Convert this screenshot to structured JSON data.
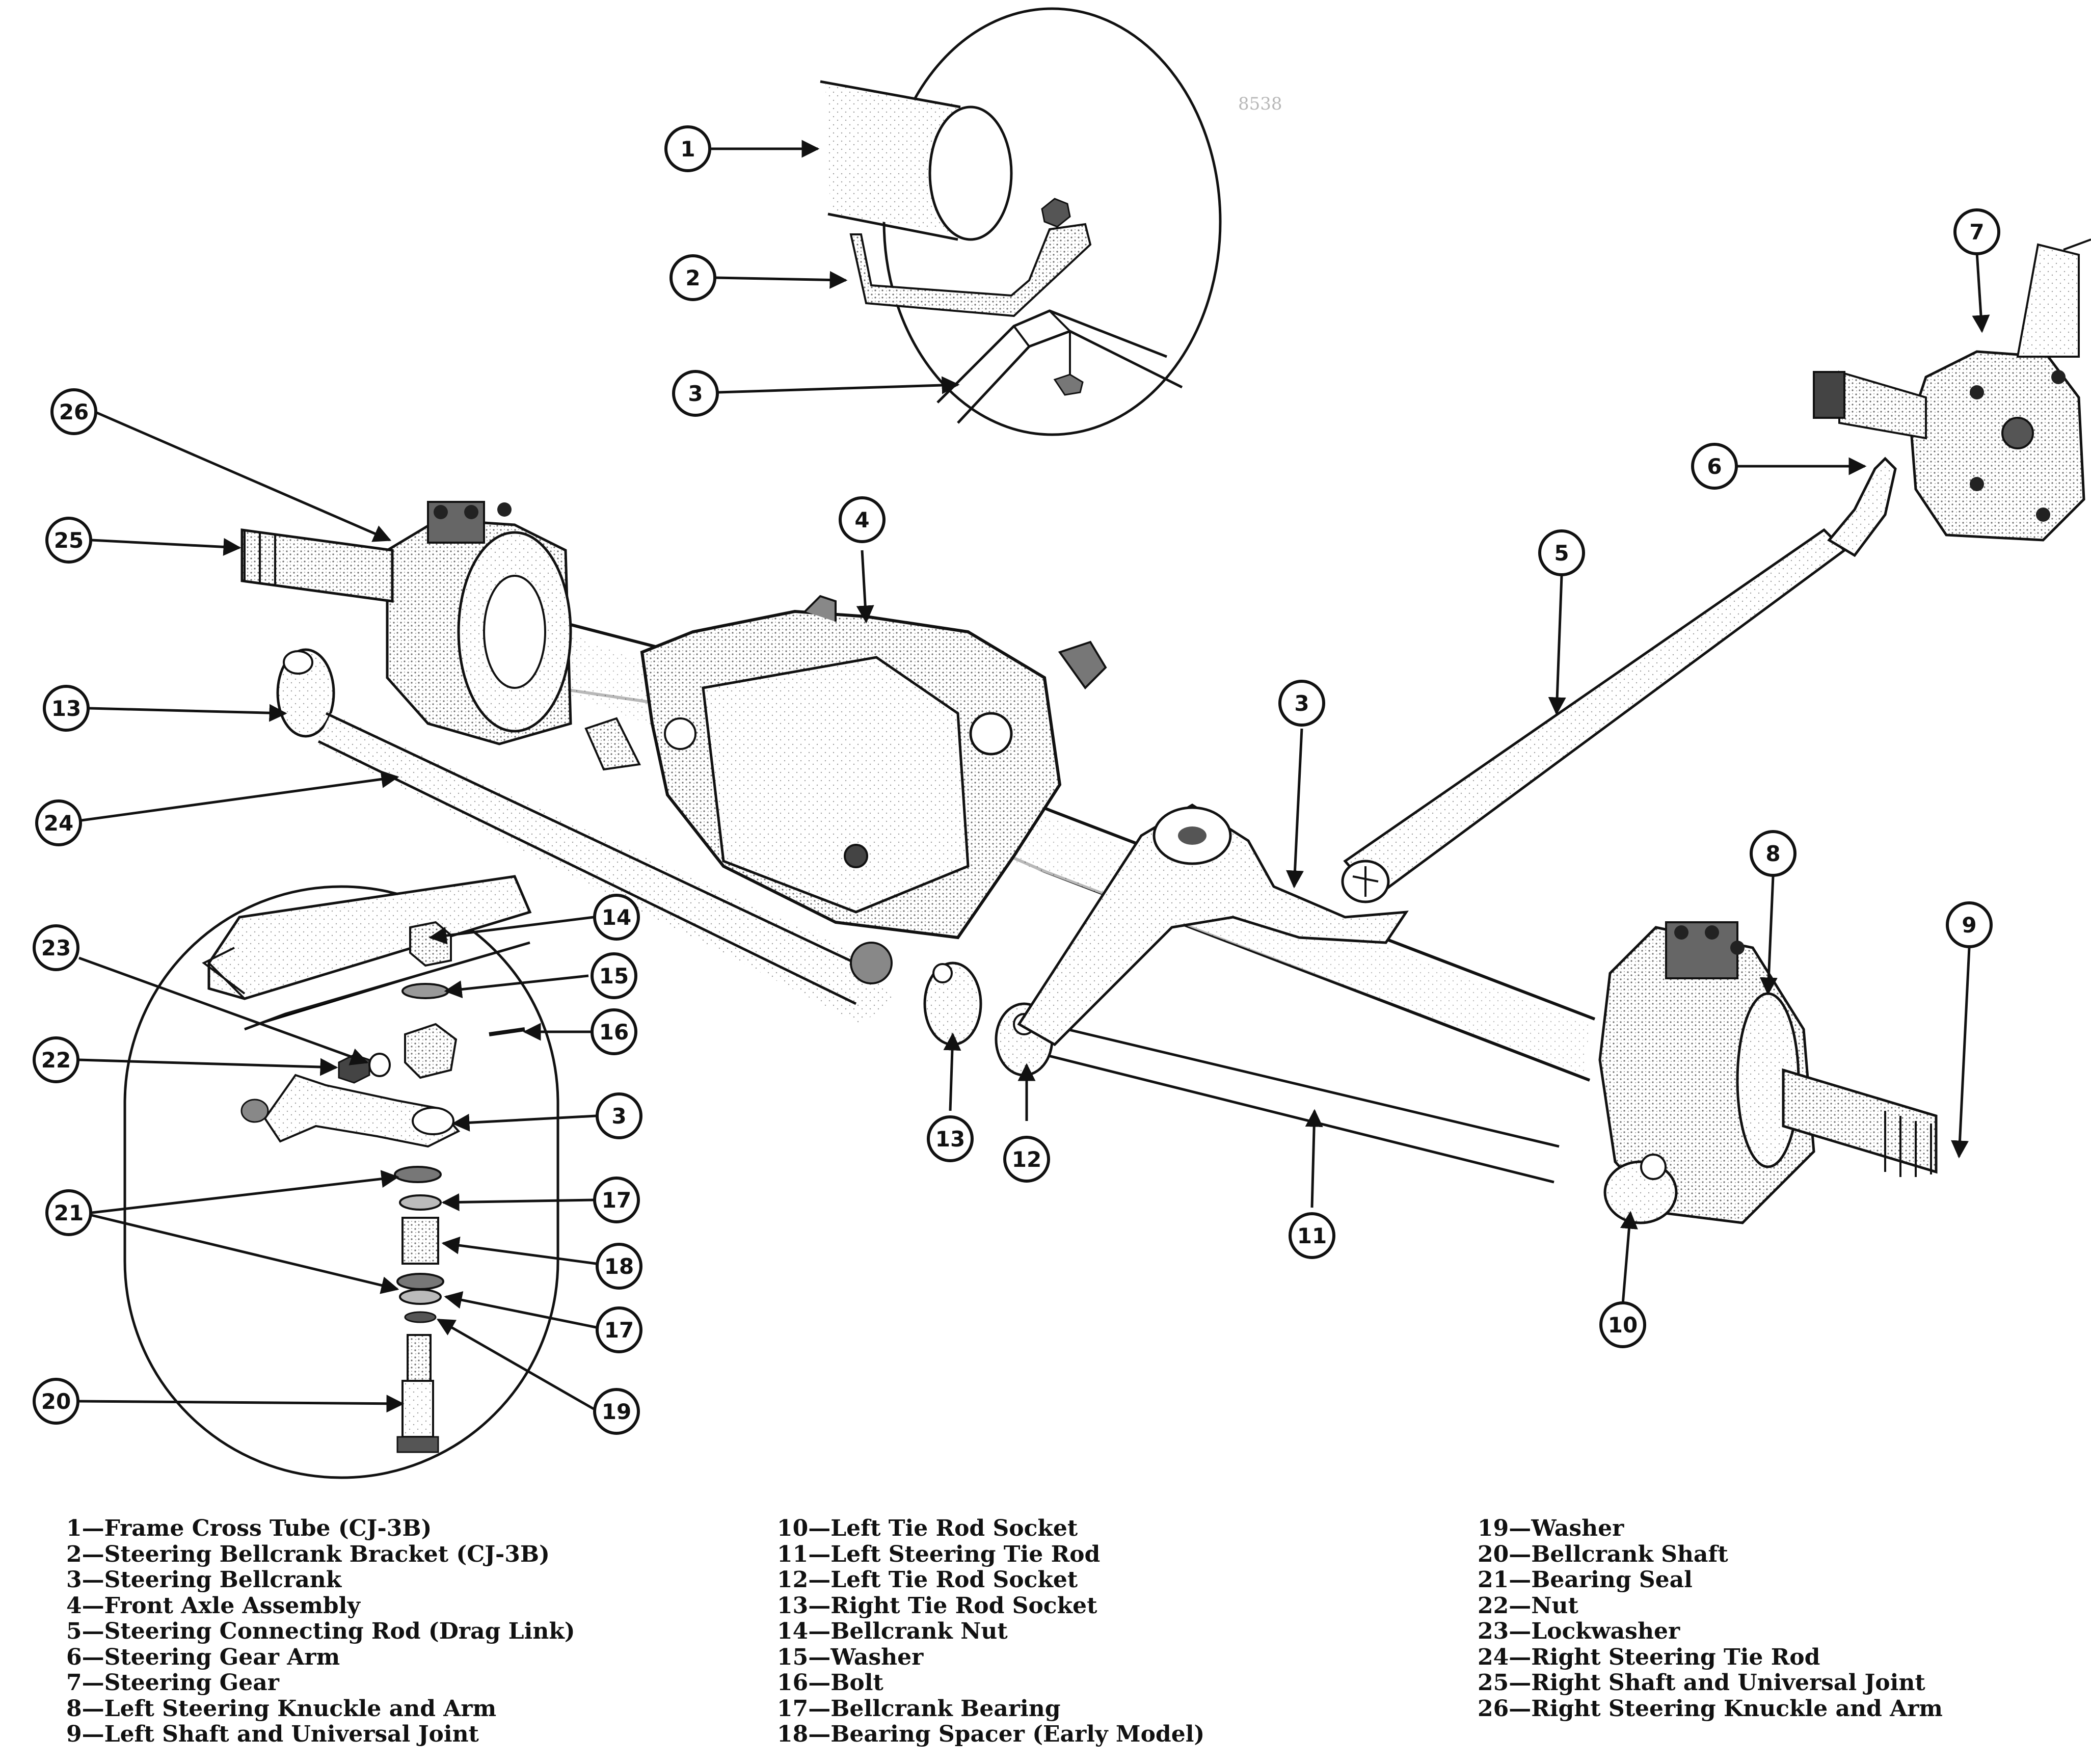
{
  "figure": {
    "stamp_text": "8538",
    "callouts": [
      {
        "id": "c1",
        "label": "1"
      },
      {
        "id": "c2",
        "label": "2"
      },
      {
        "id": "c3a",
        "label": "3"
      },
      {
        "id": "c26",
        "label": "26"
      },
      {
        "id": "c25",
        "label": "25"
      },
      {
        "id": "c13a",
        "label": "13"
      },
      {
        "id": "c24",
        "label": "24"
      },
      {
        "id": "c4",
        "label": "4"
      },
      {
        "id": "c3b",
        "label": "3"
      },
      {
        "id": "c5",
        "label": "5"
      },
      {
        "id": "c6",
        "label": "6"
      },
      {
        "id": "c7",
        "label": "7"
      },
      {
        "id": "c8",
        "label": "8"
      },
      {
        "id": "c9",
        "label": "9"
      },
      {
        "id": "c13b",
        "label": "13"
      },
      {
        "id": "c12",
        "label": "12"
      },
      {
        "id": "c11",
        "label": "11"
      },
      {
        "id": "c10",
        "label": "10"
      },
      {
        "id": "c14",
        "label": "14"
      },
      {
        "id": "c15",
        "label": "15"
      },
      {
        "id": "c16",
        "label": "16"
      },
      {
        "id": "c23",
        "label": "23"
      },
      {
        "id": "c22",
        "label": "22"
      },
      {
        "id": "c3c",
        "label": "3"
      },
      {
        "id": "c21",
        "label": "21"
      },
      {
        "id": "c17a",
        "label": "17"
      },
      {
        "id": "c18",
        "label": "18"
      },
      {
        "id": "c17b",
        "label": "17"
      },
      {
        "id": "c19",
        "label": "19"
      },
      {
        "id": "c20",
        "label": "20"
      }
    ]
  },
  "legend": {
    "columns": [
      [
        {
          "num": "1",
          "text": "Frame Cross Tube (CJ-3B)"
        },
        {
          "num": "2",
          "text": "Steering Bellcrank Bracket (CJ-3B)"
        },
        {
          "num": "3",
          "text": "Steering Bellcrank"
        },
        {
          "num": "4",
          "text": "Front Axle Assembly"
        },
        {
          "num": "5",
          "text": "Steering Connecting Rod (Drag Link)"
        },
        {
          "num": "6",
          "text": "Steering Gear Arm"
        },
        {
          "num": "7",
          "text": "Steering Gear"
        },
        {
          "num": "8",
          "text": "Left Steering Knuckle and Arm"
        },
        {
          "num": "9",
          "text": "Left Shaft and Universal Joint"
        }
      ],
      [
        {
          "num": "10",
          "text": "Left Tie Rod Socket"
        },
        {
          "num": "11",
          "text": "Left Steering Tie Rod"
        },
        {
          "num": "12",
          "text": "Left Tie Rod Socket"
        },
        {
          "num": "13",
          "text": "Right Tie Rod Socket"
        },
        {
          "num": "14",
          "text": "Bellcrank Nut"
        },
        {
          "num": "15",
          "text": "Washer"
        },
        {
          "num": "16",
          "text": "Bolt"
        },
        {
          "num": "17",
          "text": "Bellcrank Bearing"
        },
        {
          "num": "18",
          "text": "Bearing Spacer (Early Model)"
        }
      ],
      [
        {
          "num": "19",
          "text": "Washer"
        },
        {
          "num": "20",
          "text": "Bellcrank Shaft"
        },
        {
          "num": "21",
          "text": "Bearing Seal"
        },
        {
          "num": "22",
          "text": "Nut"
        },
        {
          "num": "23",
          "text": "Lockwasher"
        },
        {
          "num": "24",
          "text": "Right Steering Tie Rod"
        },
        {
          "num": "25",
          "text": "Right Shaft and Universal Joint"
        },
        {
          "num": "26",
          "text": "Right Steering Knuckle and Arm"
        }
      ]
    ]
  }
}
